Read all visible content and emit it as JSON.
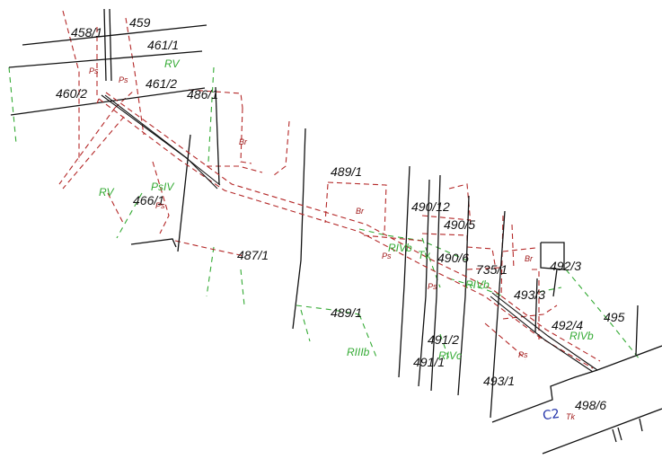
{
  "colors": {
    "background": "#ffffff",
    "boundary": "#111111",
    "landuse_red": "#a01818",
    "landuse_green": "#33aa33",
    "handwriting": "#2233aa"
  },
  "parcels": {
    "p458_1": "458/1",
    "p459": "459",
    "p461_1": "461/1",
    "p461_2": "461/2",
    "p460_2": "460/2",
    "p486_1": "486/1",
    "p489_1_top": "489/1",
    "p466_1": "466/1",
    "p487_1": "487/1",
    "p490_12": "490/12",
    "p490_5": "490/5",
    "p490_6": "490/6",
    "p735_1": "735/1",
    "p492_3": "492/3",
    "p493_3": "493/3",
    "p492_4": "492/4",
    "p495": "495",
    "p489_1_bottom": "489/1",
    "p491_2": "491/2",
    "p491_1": "491/1",
    "p493_1": "493/1",
    "p498_6": "498/6"
  },
  "landuse": {
    "ps_1": "Ps",
    "ps_2": "Ps",
    "ps_3": "Ps",
    "ps_4": "Ps",
    "ps_5": "Ps",
    "ps_6": "Ps",
    "br_1": "Br",
    "br_2": "Br",
    "br_3": "Br",
    "tk": "Tk",
    "rv_1": "RV",
    "rv_2": "RV",
    "psiv": "PsIV",
    "rivb_1": "RIVb",
    "tv": "Tv",
    "rivb_2": "RIVb",
    "rivb_3": "RIVb",
    "riiib": "RIIIb",
    "rivc": "RIVc"
  },
  "annotation": {
    "handwritten": "C2"
  }
}
